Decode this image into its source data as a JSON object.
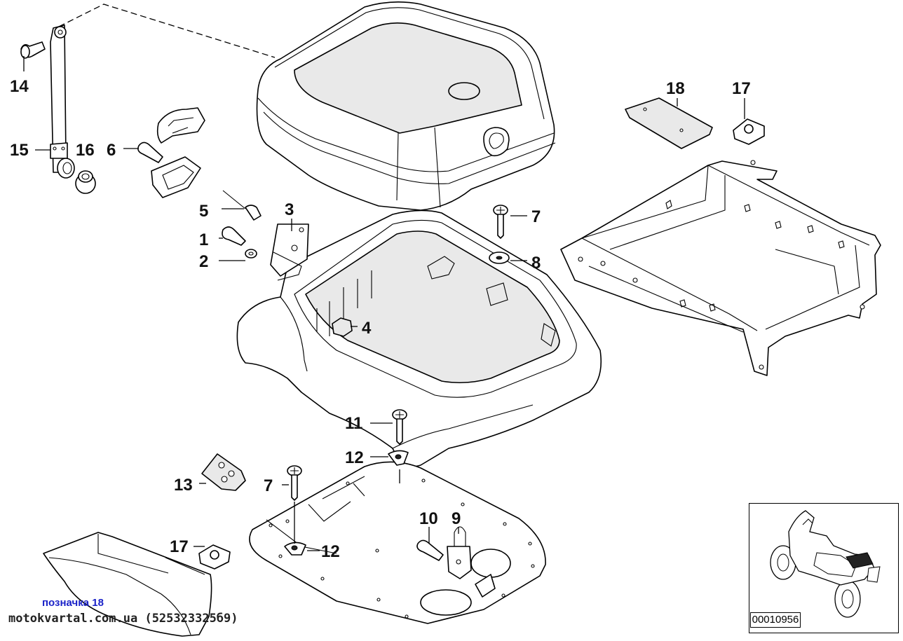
{
  "diagram": {
    "callouts": [
      {
        "id": "14",
        "label": "14"
      },
      {
        "id": "15",
        "label": "15"
      },
      {
        "id": "16",
        "label": "16"
      },
      {
        "id": "6",
        "label": "6"
      },
      {
        "id": "5",
        "label": "5"
      },
      {
        "id": "3",
        "label": "3"
      },
      {
        "id": "1",
        "label": "1"
      },
      {
        "id": "2",
        "label": "2"
      },
      {
        "id": "4",
        "label": "4"
      },
      {
        "id": "7a",
        "label": "7"
      },
      {
        "id": "8",
        "label": "8"
      },
      {
        "id": "18",
        "label": "18"
      },
      {
        "id": "17a",
        "label": "17"
      },
      {
        "id": "11",
        "label": "11"
      },
      {
        "id": "12a",
        "label": "12"
      },
      {
        "id": "13",
        "label": "13"
      },
      {
        "id": "7b",
        "label": "7"
      },
      {
        "id": "10",
        "label": "10"
      },
      {
        "id": "9",
        "label": "9"
      },
      {
        "id": "17b",
        "label": "17"
      },
      {
        "id": "12b",
        "label": "12"
      }
    ],
    "drawing_number": "00010956"
  },
  "caption": "позначка 18",
  "watermark": "motokvartal.com.ua (525323325б9)"
}
